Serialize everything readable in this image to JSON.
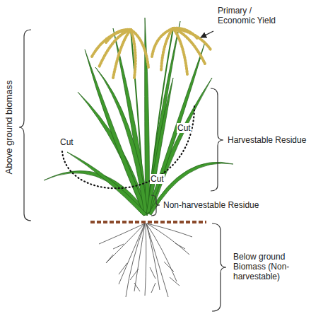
{
  "diagram": {
    "labels": [
      "Primary / Economic Yield",
      "Above ground biomass",
      "Cut",
      "Cut",
      "Harvestable Residue",
      "Cut",
      "Non-harvestable Residue",
      "Below ground Biomass (Non-harvestable)"
    ]
  }
}
